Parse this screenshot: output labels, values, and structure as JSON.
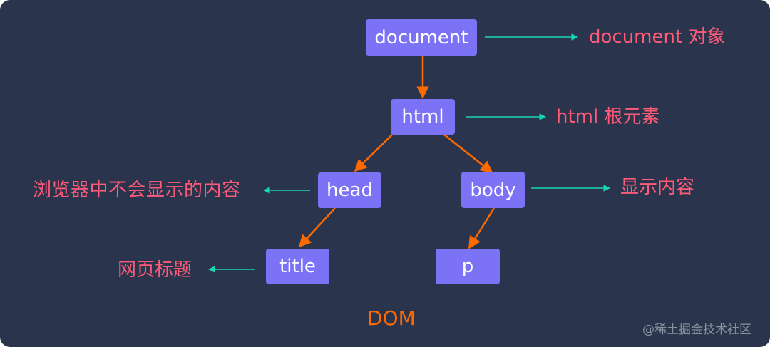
{
  "nodes": {
    "document": "document",
    "html": "html",
    "head": "head",
    "body": "body",
    "title": "title",
    "p": "p"
  },
  "labels": {
    "document": "document 对象",
    "html": "html 根元素",
    "head": "浏览器中不会显示的内容",
    "body": "显示内容",
    "title": "网页标题"
  },
  "caption": "DOM",
  "watermark": "@稀土掘金技术社区",
  "colors": {
    "background": "#2a354d",
    "node": "#7b72f6",
    "node_text": "#ffffff",
    "tree_edge": "#ff6a00",
    "label_arrow": "#19d3b4",
    "label_text": "#ff5a78",
    "caption": "#ff6a00"
  }
}
